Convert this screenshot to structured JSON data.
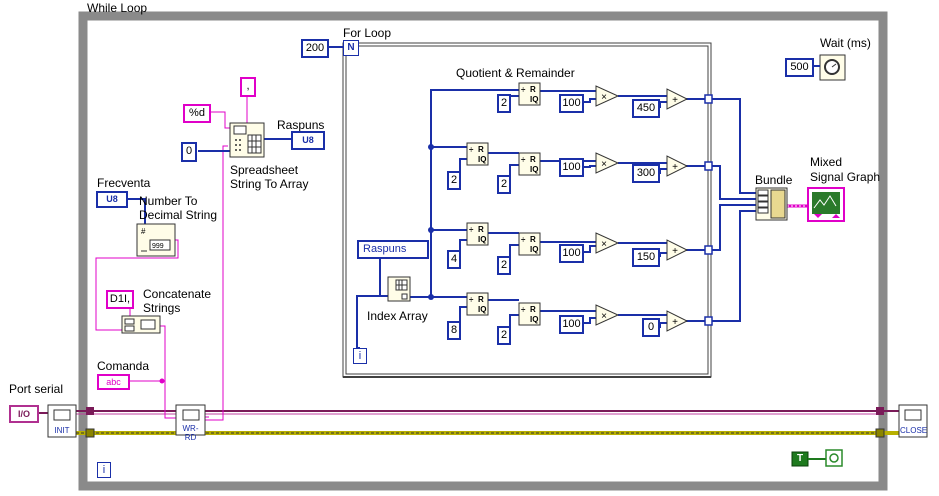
{
  "while_loop": {
    "label": "While Loop"
  },
  "for_loop": {
    "label": "For Loop",
    "count": "200",
    "count_terminal": "N"
  },
  "wait": {
    "label": "Wait (ms)",
    "value": "500"
  },
  "quotient": {
    "label": "Quotient & Remainder"
  },
  "spreadsheet": {
    "label_line1": "Spreadsheet",
    "label_line2": "String To Array",
    "format": "%d",
    "delimiter": ",",
    "index_const": "0"
  },
  "raspuns": {
    "label": "Raspuns",
    "indicator": "U8",
    "local": "Raspuns"
  },
  "frecventa": {
    "label": "Frecventa",
    "terminal": "U8"
  },
  "number_to_decimal": {
    "label_line1": "Number To",
    "label_line2": "Decimal String"
  },
  "concatenate": {
    "label_line1": "Concatenate",
    "label_line2": "Strings",
    "prefix": "D1I,"
  },
  "comanda": {
    "label": "Comanda",
    "terminal": "abc"
  },
  "port_serial": {
    "label": "Port serial",
    "terminal": "I/O"
  },
  "visa": {
    "init": "INIT",
    "wr_rd": "WR-RD",
    "close": "CLOSE"
  },
  "index_array": {
    "label": "Index Array",
    "iteration": "i"
  },
  "loop_iteration": "i",
  "stop_true": "T",
  "bundle": {
    "label": "Bundle"
  },
  "graph": {
    "label_line1": "Mixed",
    "label_line2": "Signal Graph"
  },
  "rows": [
    {
      "divisor1": "2",
      "mult": "100",
      "add": "450"
    },
    {
      "divisor0": "2",
      "divisor1": "2",
      "mult": "100",
      "add": "300"
    },
    {
      "divisor0": "4",
      "divisor1": "2",
      "mult": "100",
      "add": "150"
    },
    {
      "divisor0": "8",
      "divisor1": "2",
      "mult": "100",
      "add": "0"
    }
  ],
  "colors": {
    "integer_wire": "#1a2fa8",
    "string_wire": "#e000c8",
    "error_wire": "#c8c800",
    "visa_wire": "#7a1a58",
    "frame": "#808080"
  }
}
